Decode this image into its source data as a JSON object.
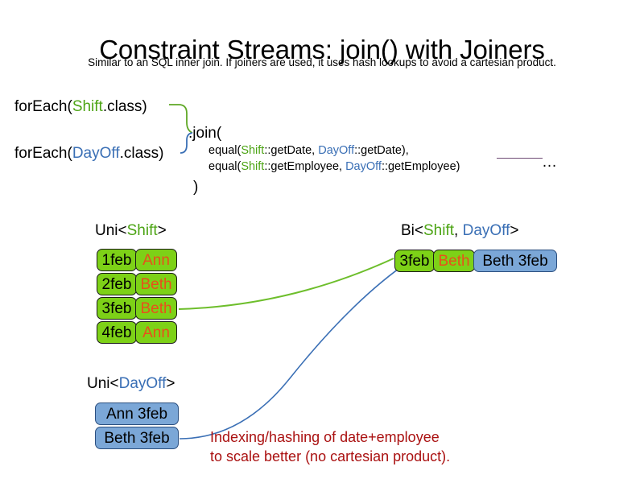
{
  "slide": {
    "title": "Constraint Streams: join() with Joiners",
    "subtitle": "Similar to an SQL inner join. If joiners are used, it uses hash lookups to avoid a cartesian product.",
    "caption_line1": "Indexing/hashing of date+employee",
    "caption_line2": "to scale better (no cartesian product)."
  },
  "colors": {
    "shift_green": "#4CA414",
    "dayoff_blue": "#3A6FB5",
    "box_green": "#7DD117",
    "box_blue": "#7BA7D7",
    "name_orange": "#E8501B",
    "caption_red": "#AA1111",
    "rule_purple": "#6E4A74"
  },
  "code": {
    "foreach_shift": {
      "prefix": "forEach(",
      "type": "Shift",
      "suffix": ".class)"
    },
    "foreach_dayoff": {
      "prefix": "forEach(",
      "type": "DayOff",
      "suffix": ".class)"
    },
    "join_open": ".join(",
    "join_close": ")",
    "equal_date": {
      "open": "equal(",
      "left_type": "Shift",
      "left_method": "::getDate, ",
      "right_type": "DayOff",
      "right_method": "::getDate),"
    },
    "equal_employee": {
      "open": "equal(",
      "left_type": "Shift",
      "left_method": "::getEmployee, ",
      "right_type": "DayOff",
      "right_method": "::getEmployee)"
    },
    "ellipsis": "…"
  },
  "streams": {
    "uni_shift": {
      "label_prefix": "Uni<",
      "label_type": "Shift",
      "label_suffix": ">",
      "rows": [
        {
          "date": "1feb",
          "name": "Ann"
        },
        {
          "date": "2feb",
          "name": "Beth"
        },
        {
          "date": "3feb",
          "name": "Beth"
        },
        {
          "date": "4feb",
          "name": "Ann"
        }
      ]
    },
    "uni_dayoff": {
      "label_prefix": "Uni<",
      "label_type": "DayOff",
      "label_suffix": ">",
      "rows": [
        {
          "pair": "Ann 3feb"
        },
        {
          "pair": "Beth 3feb"
        }
      ]
    },
    "bi": {
      "label_prefix": "Bi<",
      "label_type_a": "Shift",
      "label_separator": ", ",
      "label_type_b": "DayOff",
      "label_suffix": ">",
      "row": {
        "date": "3feb",
        "name": "Beth",
        "pair": "Beth 3feb"
      }
    }
  }
}
